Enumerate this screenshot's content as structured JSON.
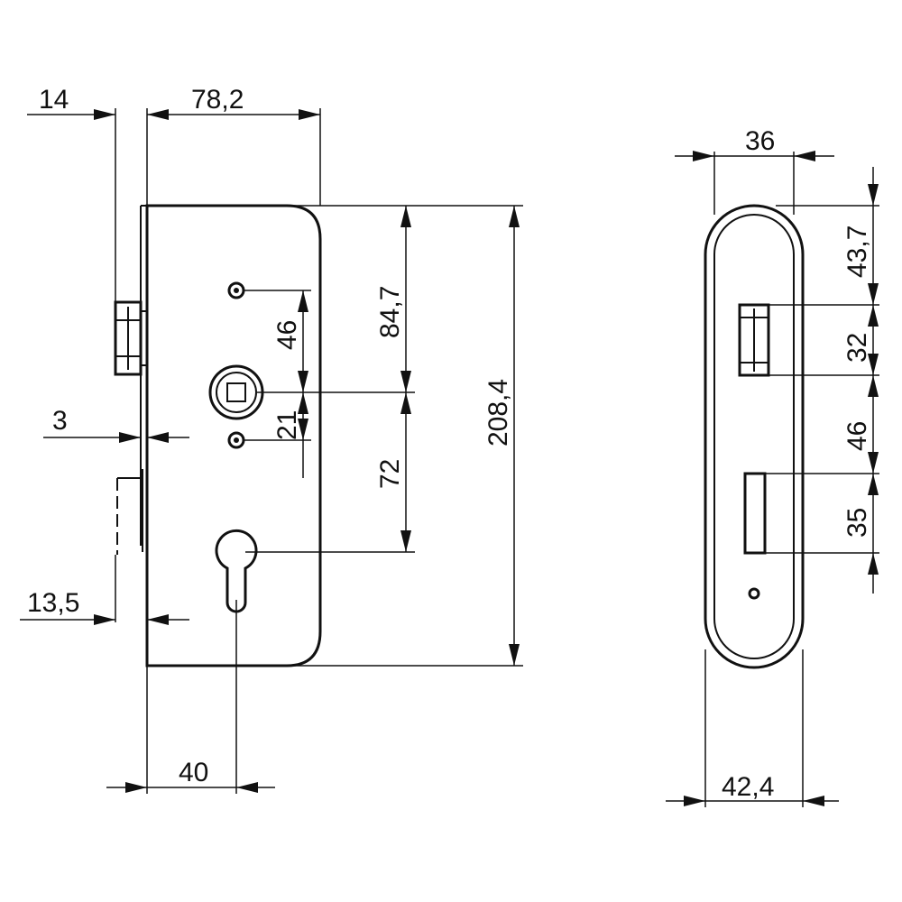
{
  "dimensions": {
    "backset_extension": "14",
    "case_width": "78,2",
    "forend_thickness": "3",
    "forend_offset": "13,5",
    "backset": "40",
    "case_height": "208,4",
    "upper_span": "84,7",
    "lower_span": "72",
    "screw_to_follower": "46",
    "follower_to_screw": "21",
    "forend_width": "36",
    "top_to_latch": "43,7",
    "latch_height": "32",
    "latch_to_bolt": "46",
    "bolt_height": "35",
    "faceplate_width": "42,4"
  }
}
